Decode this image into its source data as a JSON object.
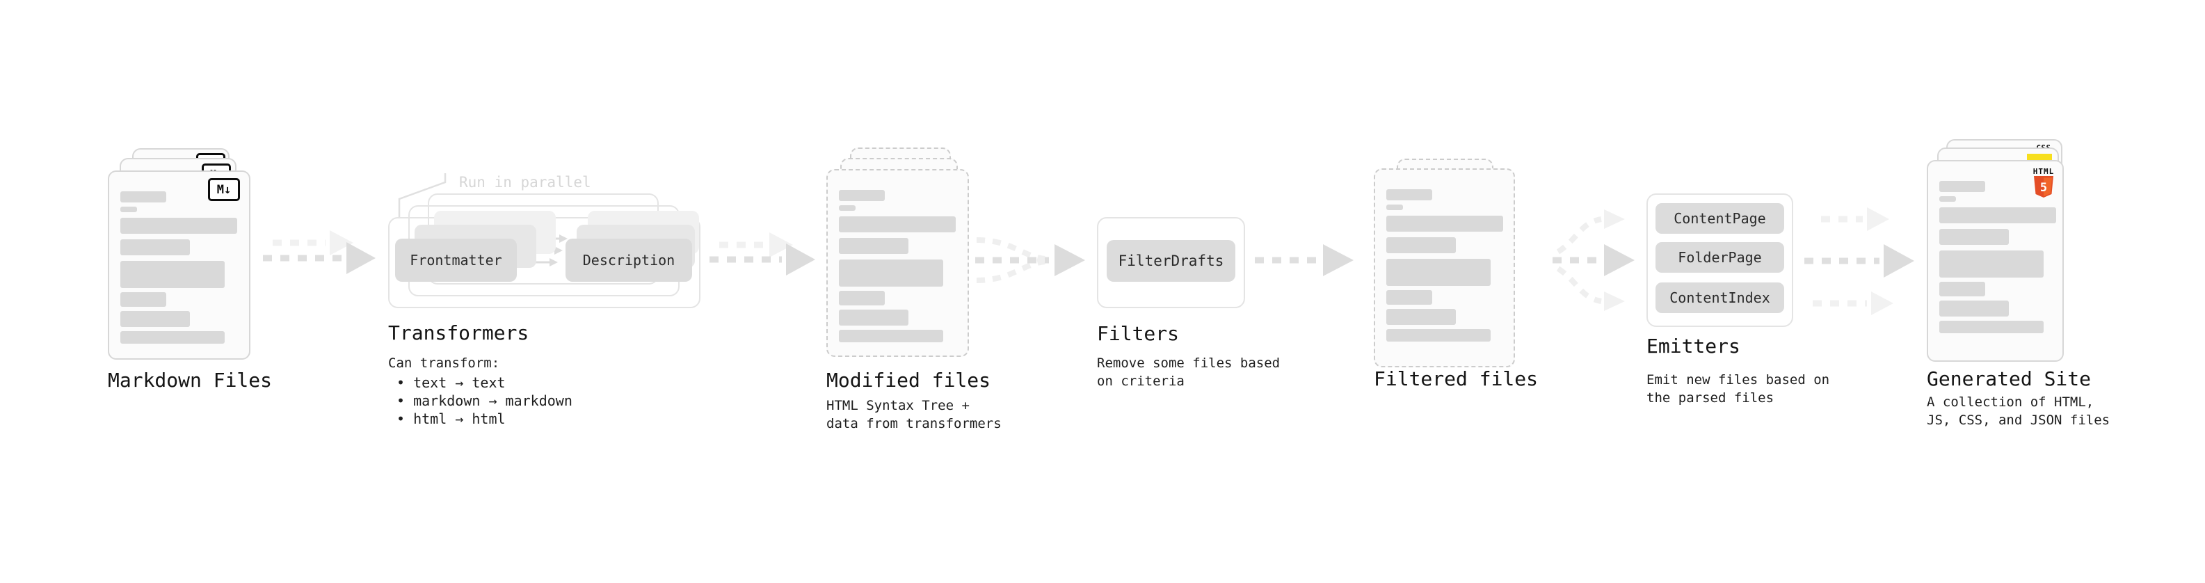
{
  "diagram": {
    "stage_markdown": {
      "title": "Markdown Files",
      "badge": "M↓"
    },
    "stage_transformers": {
      "annotation": "Run in parallel",
      "box_buttons": [
        "Frontmatter",
        "Description"
      ],
      "title": "Transformers",
      "subtitle": "Can transform:",
      "bullets": [
        "• text → text",
        "• markdown → markdown",
        "• html → html"
      ]
    },
    "stage_modified": {
      "title": "Modified files",
      "subtitle_lines": [
        "HTML Syntax Tree +",
        "data from transformers"
      ]
    },
    "stage_filters": {
      "title": "Filters",
      "button": "FilterDrafts",
      "subtitle_lines": [
        "Remove some files based",
        "on criteria"
      ]
    },
    "stage_filtered": {
      "title": "Filtered files"
    },
    "stage_emitters": {
      "title": "Emitters",
      "buttons": [
        "ContentPage",
        "FolderPage",
        "ContentIndex"
      ],
      "subtitle_lines": [
        "Emit new files based on",
        "the parsed files"
      ]
    },
    "stage_generated": {
      "title": "Generated Site",
      "subtitle_lines": [
        "A collection of HTML,",
        "JS, CSS, and JSON files"
      ],
      "css_badge": "CSS",
      "html_badge_label": "HTML",
      "html_badge_number": "5"
    },
    "colors": {
      "html_orange": "#e44d26",
      "js_yellow": "#f7df1e",
      "css_blue": "#1a6dff",
      "skeleton_gray": "#d9d9d9"
    }
  }
}
